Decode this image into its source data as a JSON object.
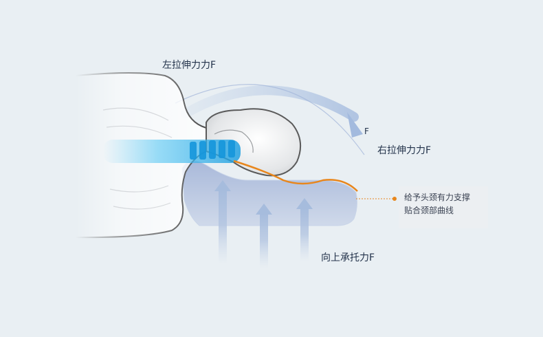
{
  "labels": {
    "left_force": "左拉伸力力F",
    "right_force": "右拉伸力力F",
    "up_force": "向上承托力F",
    "force_symbol": "F"
  },
  "callout": {
    "line1": "给予头颈有力支撑",
    "line2": "贴合颈部曲线"
  },
  "colors": {
    "background": "#e9eff3",
    "spine_highlight": "#3fb8ee",
    "curve_line": "#e8861c",
    "arrow": "#aec3df",
    "pillow": "#b7c6e2",
    "text": "#22324a"
  },
  "icons": [
    "up-arrow-icon",
    "curved-arrow-icon",
    "callout-dot-icon"
  ]
}
